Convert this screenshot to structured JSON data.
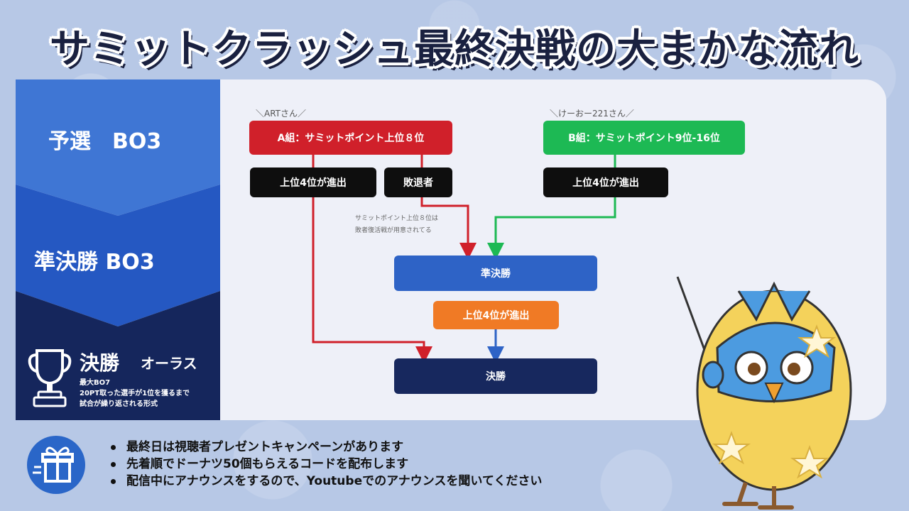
{
  "title": "サミットクラッシュ最終決戦の大まかな流れ",
  "stages": {
    "qualifier": "予選　BO3",
    "semifinal": "準決勝  BO3",
    "final_title": "決勝",
    "final_sub": "オーラス",
    "final_note_1": "最大BO7",
    "final_note_2": "20PT取った選手が1位を獲るまで",
    "final_note_3": "試合が繰り返される形式"
  },
  "flow": {
    "tag_a": "＼ARTさん／",
    "tag_b": "＼けーおー221さん／",
    "group_a": "A組：サミットポイント上位８位",
    "group_b": "B組：サミットポイント9位-16位",
    "advance_a": "上位4位が進出",
    "losers": "敗退者",
    "advance_b": "上位4位が進出",
    "note_1": "サミットポイント上位８位は",
    "note_2": "敗者復活戦が用意されてる",
    "semifinal": "準決勝",
    "advance_semi": "上位4位が進出",
    "final": "決勝"
  },
  "bullets": [
    "最終日は視聴者プレゼントキャンペーンがあります",
    "先着順でドーナツ50個もらえるコードを配布します",
    "配信中にアナウンスをするので、Youtubeでのアナウンスを聞いてください"
  ],
  "colors": {
    "red": "#d0202a",
    "green": "#1db954",
    "blue": "#2e63c6",
    "orange": "#f07a25",
    "navy": "#17285e"
  }
}
